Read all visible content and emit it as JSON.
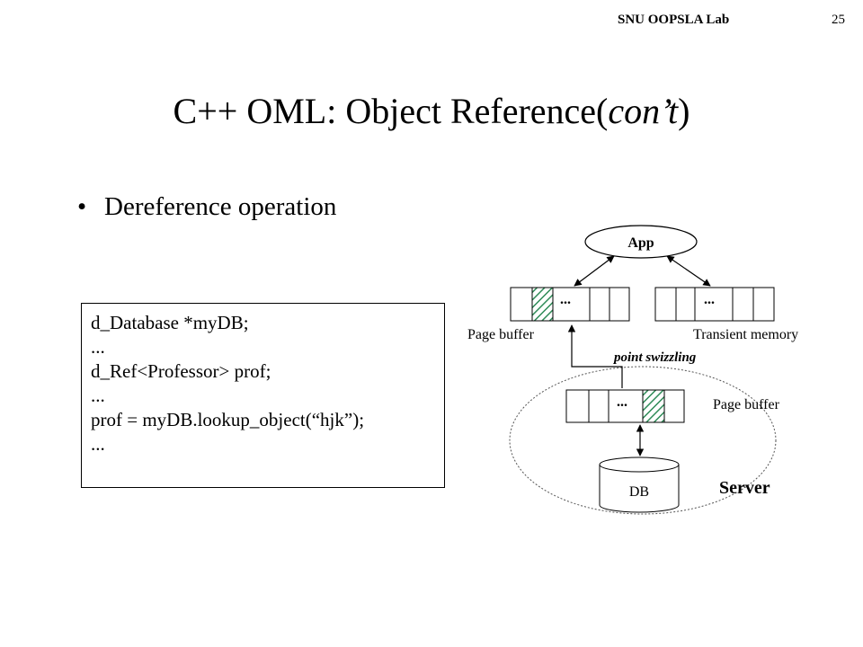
{
  "header": {
    "lab": "SNU OOPSLA Lab",
    "page": "25"
  },
  "title": {
    "main": "C++ OML: Object Reference(",
    "italic": "con’t",
    "close": ")"
  },
  "bullet": "Dereference operation",
  "code": [
    "d_Database *myDB;",
    "...",
    "d_Ref<Professor> prof;",
    "...",
    "prof = myDB.lookup_object(“hjk”);",
    "..."
  ],
  "diagram": {
    "app": "App",
    "dots": "...",
    "page_buffer_client": "Page buffer",
    "transient_memory": "Transient memory",
    "swizzling": "point swizzling",
    "page_buffer_server": "Page buffer",
    "db": "DB",
    "server": "Server"
  }
}
